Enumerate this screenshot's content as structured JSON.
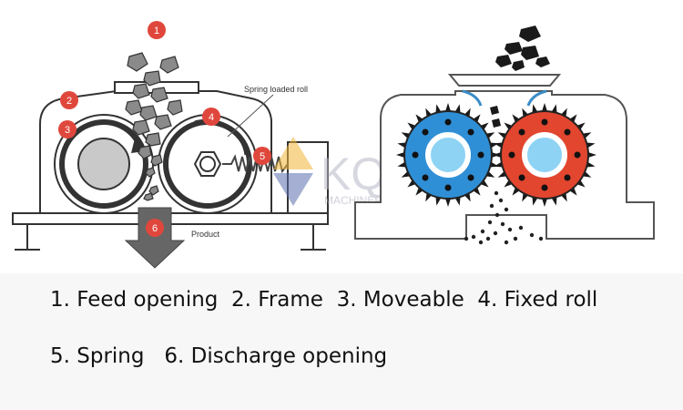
{
  "left_diagram": {
    "callouts": [
      "1",
      "2",
      "3",
      "4",
      "5",
      "6"
    ],
    "spring_label": "Spring loaded roll",
    "product_label": "Product"
  },
  "watermark": {
    "logo_text": "KQ",
    "subtitle": "MACHINERY"
  },
  "legend": {
    "line1": "1. Feed opening  2. Frame  3. Moveable  4. Fixed roll",
    "line2": "5. Spring   6. Discharge opening"
  },
  "colors": {
    "callout_red": "#e0473c",
    "left_roll_blue": "#2f8fd6",
    "right_roll_red": "#e2462e",
    "hub_light_blue": "#8ed3f4",
    "frame_stroke": "#333333",
    "discharge_arrow": "#666666"
  },
  "icons": [
    "rock-chunk-icon",
    "rotation-arrow-icon",
    "hex-nut-icon",
    "coil-spring-icon",
    "down-arrow-icon",
    "flow-arrow-icon"
  ]
}
